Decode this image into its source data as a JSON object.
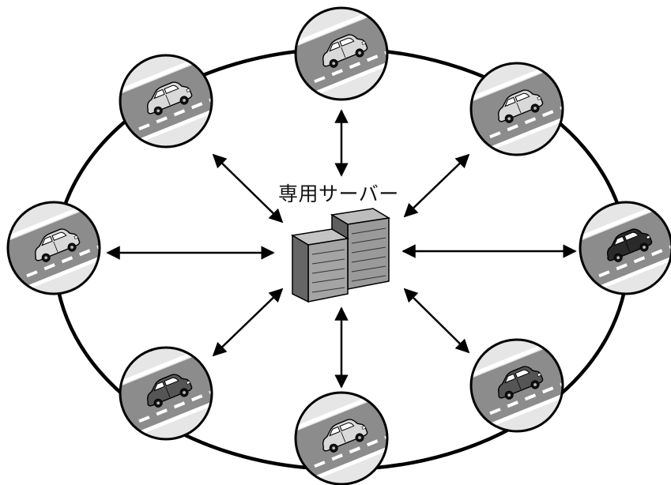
{
  "server": {
    "label": "専用サーバー",
    "icon": "server-rack-icon"
  },
  "nodes": [
    {
      "name": "car-node-top",
      "car_color": "#d9d9d9"
    },
    {
      "name": "car-node-top-left",
      "car_color": "#d9d9d9"
    },
    {
      "name": "car-node-top-right",
      "car_color": "#d9d9d9"
    },
    {
      "name": "car-node-left",
      "car_color": "#d9d9d9"
    },
    {
      "name": "car-node-right",
      "car_color": "#2a2a2a"
    },
    {
      "name": "car-node-bottom-left",
      "car_color": "#555555"
    },
    {
      "name": "car-node-bottom",
      "car_color": "#d9d9d9"
    },
    {
      "name": "car-node-bottom-right",
      "car_color": "#555555"
    }
  ],
  "connection": "bidirectional-arrow",
  "colors": {
    "road": "#8c8c8c",
    "node_background": "#e6e6e6",
    "outline": "#000000"
  }
}
